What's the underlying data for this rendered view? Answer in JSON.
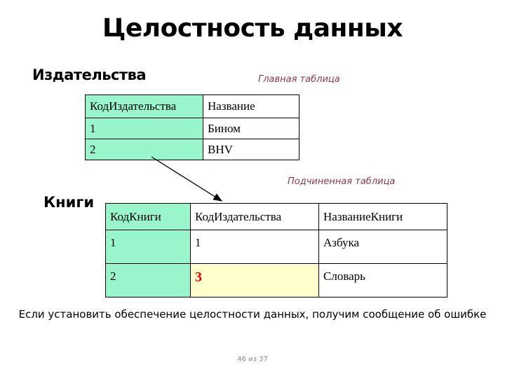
{
  "slide": {
    "title": "Целостность данных",
    "footer_text": "Если установить обеспечение целостности данных, получим сообщение об ошибке",
    "page_indicator": "46 из 37"
  },
  "publishers": {
    "label": "Издательства",
    "caption": "Главная таблица",
    "headers": [
      "КодИздательства",
      "Название"
    ],
    "rows": [
      [
        "1",
        "Бином"
      ],
      [
        "2",
        "BHV"
      ]
    ]
  },
  "books": {
    "label": "Книги",
    "caption": "Подчиненная таблица",
    "headers": [
      "КодКниги",
      "КодИздательства",
      "НазваниеКниги"
    ],
    "rows": [
      [
        "1",
        "1",
        "Азбука"
      ],
      [
        "2",
        "3",
        "Словарь"
      ]
    ]
  },
  "colors": {
    "key_column": "#99f5cc",
    "error_cell": "#ffffcc",
    "error_text": "#dd0000",
    "caption": "#8b3a4a"
  }
}
